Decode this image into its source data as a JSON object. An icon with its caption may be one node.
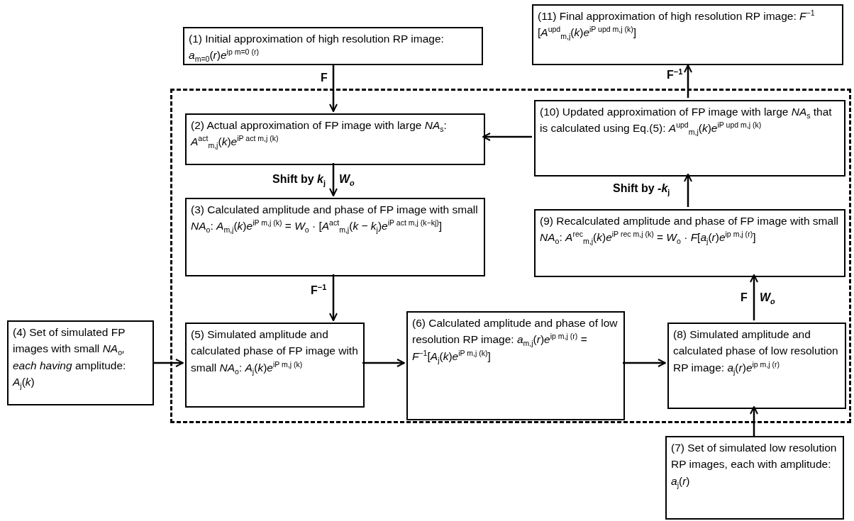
{
  "diagram": {
    "nodes": [
      {
        "text": [
          "(1) Initial approximation of high resolution RP image: *a*$_{m=0}$(*r*)*e*$^{ip m=0 (r)}$"
        ]
      },
      {
        "text": [
          "(11) Final approximation of high resolution RP image: *F*$^{−1}$ [*A*$^{upd}$$_{m,j}$(*k*)*e*$^{iP upd m,j (k)}$]"
        ]
      },
      {
        "text": [],
        "shape": "box"
      },
      {
        "text": [
          "(2) Actual approximation of FP image with large *NA*$_{s}$: *A*$^{act}$$_{m,j}$(*k*)*e*$^{iP act m,j (k)}$"
        ],
        "in": 2
      },
      {
        "text": [
          "(10) Updated approximation of FP image with large *NA*$_{s}$ that is calculated using Eq.(5): *A*$^{upd}$$_{m,j}$(*k*)*e*$^{iP upd m,j (k)}$"
        ],
        "in": 2
      },
      {
        "text": [
          "(3) Calculated amplitude and phase of FP image with small *NA*$_{o}$: *A*$_{m,j}$(*k*)*e*$^{iP m,j (k)}$ = *W*$_{o}$ · [*A*$^{act}$$_{m,j}$(*k* − *k*$_{j}$)*e*$^{iP act m,j (k−kj)}$]"
        ],
        "in": 2
      },
      {
        "text": [
          "(9) Recalculated amplitude and phase of FP image with small *NA*$_{o}$: *A*$^{rec}$$_{m,j}$(*k*)*e*$^{iP rec m,j (k)}$ = *W*$_{o}$ · *F*[*a*$_{j}$(*r*)*e*$^{ip m,j (r)}$]"
        ],
        "in": 2
      },
      {
        "text": [
          "(4) Set of simulated FP images with small *NA*$_{o}$*, each having* amplitude: *A*$_{j}$(*k*)"
        ]
      },
      {
        "text": [
          "(5) Simulated amplitude and calculated phase of FP image with small *NA*$_{o}$: *A*$_{j}$(*k*)*e*$^{iP m,j (k)}$"
        ],
        "in": 2
      },
      {
        "text": [
          "(6) Calculated amplitude and phase of low resolution RP image: *a*$_{m,j}$(*r*)*e*$^{ip m,j (r)}$ = *F*$^{−1}$[*A*$_{j}$(*k*)*e*$^{iP m,j (k)}$]"
        ],
        "in": 2
      },
      {
        "text": [
          "(8) Simulated amplitude and calculated phase of low resolution RP image: *a*$_{j}$(*r*)*e*$^{ip m,j (r)}$"
        ],
        "in": 2
      },
      {
        "text": [
          "(7) Set of simulated low resolution RP images, each with amplitude: *a*$_{j}$(*r*)"
        ]
      }
    ],
    "edges": [
      {
        "from": 0,
        "to": 3,
        "arrow": "to",
        "label": "F"
      },
      {
        "from": 3,
        "to": 5,
        "arrow": "to",
        "label": "Shift by *k*$_{j}$"
      },
      {
        "from": 5,
        "to": 8,
        "arrow": "to",
        "label": "F$^{−1}$"
      },
      {
        "from": 7,
        "to": 8,
        "arrow": "to"
      },
      {
        "from": 8,
        "to": 9,
        "arrow": "to"
      },
      {
        "from": 9,
        "to": 10,
        "arrow": "to"
      },
      {
        "from": 11,
        "to": 10,
        "arrow": "to"
      },
      {
        "from": 10,
        "to": 6,
        "arrow": "to",
        "label": "F"
      },
      {
        "from": 6,
        "to": 4,
        "arrow": "to",
        "label": "Shift by -*k*$_{j}$"
      },
      {
        "from": 4,
        "to": 3,
        "arrow": "to"
      },
      {
        "from": 4,
        "to": 1,
        "arrow": "to",
        "label": "F$^{−1}$"
      }
    ],
    "labels": [
      "W$_{o}$",
      "W$_{o}$"
    ]
  }
}
